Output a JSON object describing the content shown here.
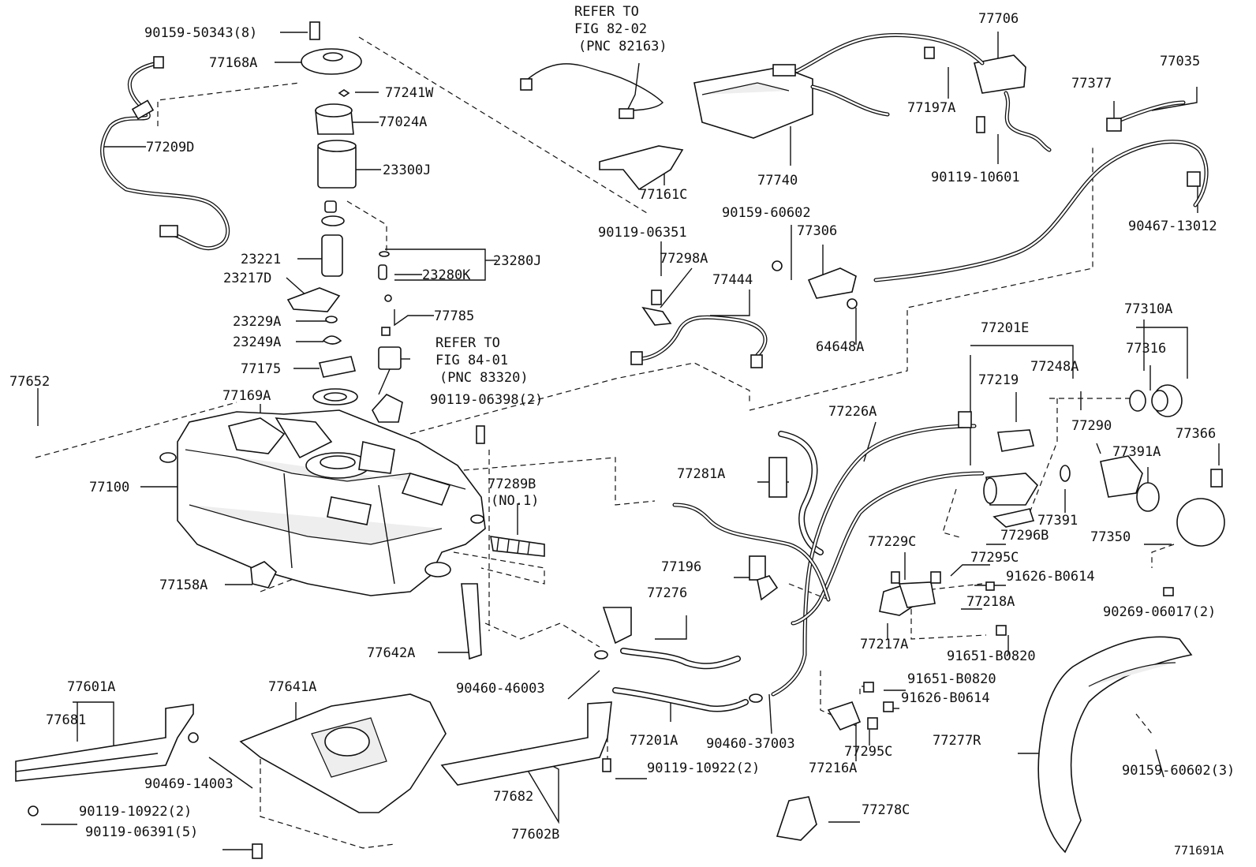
{
  "diagram_id": "771691A",
  "labels": [
    {
      "id": "l01",
      "text": "90159-50343(8)"
    },
    {
      "id": "l02",
      "text": "77168A"
    },
    {
      "id": "l03",
      "text": "77241W"
    },
    {
      "id": "l04",
      "text": "77024A"
    },
    {
      "id": "l05",
      "text": "77209D"
    },
    {
      "id": "l06",
      "text": "23300J"
    },
    {
      "id": "l07",
      "text": "23221"
    },
    {
      "id": "l08",
      "text": "23280K"
    },
    {
      "id": "l09",
      "text": "23280J"
    },
    {
      "id": "l10",
      "text": "23217D"
    },
    {
      "id": "l11",
      "text": "23229A"
    },
    {
      "id": "l12",
      "text": "77785"
    },
    {
      "id": "l13",
      "text": "23249A"
    },
    {
      "id": "l14",
      "text": "REFER TO"
    },
    {
      "id": "l15",
      "text": "FIG 84-01"
    },
    {
      "id": "l16",
      "text": "(PNC 83320)"
    },
    {
      "id": "l17",
      "text": "77175"
    },
    {
      "id": "l18",
      "text": "77652"
    },
    {
      "id": "l19",
      "text": "77169A"
    },
    {
      "id": "l20",
      "text": "90119-06398(2)"
    },
    {
      "id": "l21",
      "text": "77100"
    },
    {
      "id": "l22",
      "text": "77289B"
    },
    {
      "id": "l23",
      "text": "(NO.1)"
    },
    {
      "id": "l24",
      "text": "77158A"
    },
    {
      "id": "l25",
      "text": "77642A"
    },
    {
      "id": "l26",
      "text": "77601A"
    },
    {
      "id": "l27",
      "text": "77681"
    },
    {
      "id": "l28",
      "text": "77641A"
    },
    {
      "id": "l29",
      "text": "90469-14003"
    },
    {
      "id": "l30",
      "text": "90119-10922(2)"
    },
    {
      "id": "l31",
      "text": "90119-06391(5)"
    },
    {
      "id": "l32",
      "text": "77682"
    },
    {
      "id": "l33",
      "text": "77602B"
    },
    {
      "id": "l34",
      "text": "90119-10922(2)"
    },
    {
      "id": "l35",
      "text": "90460-46003"
    },
    {
      "id": "l36",
      "text": "REFER TO"
    },
    {
      "id": "l37",
      "text": "FIG 82-02"
    },
    {
      "id": "l38",
      "text": "(PNC 82163)"
    },
    {
      "id": "l39",
      "text": "77161C"
    },
    {
      "id": "l40",
      "text": "77740"
    },
    {
      "id": "l41",
      "text": "77706"
    },
    {
      "id": "l42",
      "text": "77197A"
    },
    {
      "id": "l43",
      "text": "90119-10601"
    },
    {
      "id": "l44",
      "text": "77035"
    },
    {
      "id": "l45",
      "text": "77377"
    },
    {
      "id": "l46",
      "text": "90467-13012"
    },
    {
      "id": "l47",
      "text": "90159-60602"
    },
    {
      "id": "l48",
      "text": "77306"
    },
    {
      "id": "l49",
      "text": "90119-06351"
    },
    {
      "id": "l50",
      "text": "77298A"
    },
    {
      "id": "l51",
      "text": "77444"
    },
    {
      "id": "l52",
      "text": "64648A"
    },
    {
      "id": "l53",
      "text": "77201E"
    },
    {
      "id": "l54",
      "text": "77310A"
    },
    {
      "id": "l55",
      "text": "77248A"
    },
    {
      "id": "l56",
      "text": "77219"
    },
    {
      "id": "l57",
      "text": "77316"
    },
    {
      "id": "l58",
      "text": "77226A"
    },
    {
      "id": "l59",
      "text": "77290"
    },
    {
      "id": "l60",
      "text": "77366"
    },
    {
      "id": "l61",
      "text": "77391A"
    },
    {
      "id": "l62",
      "text": "77281A"
    },
    {
      "id": "l63",
      "text": "77391"
    },
    {
      "id": "l64",
      "text": "77296B"
    },
    {
      "id": "l65",
      "text": "77350"
    },
    {
      "id": "l66",
      "text": "77229C"
    },
    {
      "id": "l67",
      "text": "77295C"
    },
    {
      "id": "l68",
      "text": "91626-B0614"
    },
    {
      "id": "l69",
      "text": "77196"
    },
    {
      "id": "l70",
      "text": "77218A"
    },
    {
      "id": "l71",
      "text": "90269-06017(2)"
    },
    {
      "id": "l72",
      "text": "77276"
    },
    {
      "id": "l73",
      "text": "77217A"
    },
    {
      "id": "l74",
      "text": "91651-B0820"
    },
    {
      "id": "l75",
      "text": "91651-B0820"
    },
    {
      "id": "l76",
      "text": "91626-B0614"
    },
    {
      "id": "l77",
      "text": "77201A"
    },
    {
      "id": "l78",
      "text": "90460-37003"
    },
    {
      "id": "l79",
      "text": "77295C"
    },
    {
      "id": "l80",
      "text": "77277R"
    },
    {
      "id": "l81",
      "text": "90159-60602(3)"
    },
    {
      "id": "l82",
      "text": "77216A"
    },
    {
      "id": "l83",
      "text": "77278C"
    }
  ]
}
